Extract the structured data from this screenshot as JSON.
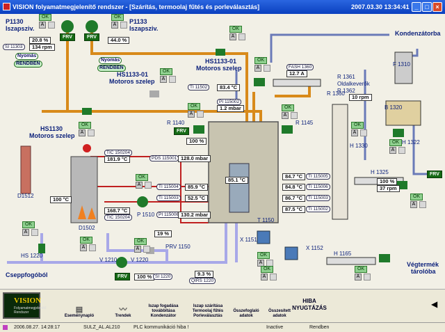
{
  "window": {
    "title": "VISION folyamatmegjelenítő rendszer - [Szárítás, termoolaj fűtés és porleválasztás]",
    "datetime": "2007.03.30 13:34:41"
  },
  "common": {
    "ok": "OK",
    "auto": "A",
    "frv": "FRV"
  },
  "labels": {
    "p1130": "P1130",
    "p1130_sub": "Iszapsziv.",
    "p1133": "P1133",
    "p1133_sub": "Iszapsziv.",
    "hs1133": "HS1133-01",
    "hs1133_sub": "Motoros szelep",
    "hs1133b": "HS1133-01",
    "hs1133b_sub": "Motoros szelep",
    "hs1130": "HS1130",
    "hs1130_sub": "Motoros szelep",
    "kond": "Kondenzátorba",
    "f1310": "F 1310",
    "b1320": "B 1320",
    "h1322": "H 1322",
    "r1360": "R 1360",
    "r1361": "R 1361",
    "oldal": "Oldalkeverők",
    "r1362": "R 1362",
    "h1330": "H 1330",
    "h1325": "H 1325",
    "r1140": "R 1140",
    "r1145": "R 1145",
    "d1512": "D1512",
    "d1502": "D1502",
    "p1510": "P 1510",
    "hs1220": "HS 1220",
    "v1210": "V 1210",
    "v1220": "V 1220",
    "prv1150": "PRV 1150",
    "x1151": "X 1151",
    "x1152": "X 1152",
    "h1165": "H 1165",
    "t1150": "T 1150",
    "cseppfogo": "Cseppfogóból",
    "vegtermek": "Végtermék",
    "vegtermek2": "tárolóba"
  },
  "states": {
    "nyomas1": "Nyomás",
    "rendben1": "RENDBEN",
    "nyomas2": "Nyomás",
    "rendben2": "RENDBEN"
  },
  "values": {
    "p1130_pct": "20.8 %",
    "p1130_rpm": "134 rpm",
    "p1133_pct": "44.0 %",
    "si11303": "SI 11303",
    "fash1360": "FASH 1360",
    "fash_val": "12.7 A",
    "ti1150": "TI 11502",
    "ti1150_val": "83.4 °C",
    "pi1160": "PI 115002",
    "pi1160_val": "1.2 mbar",
    "b1320_rpm": "10 rpm",
    "r1140_pct": "100 %",
    "tic1": "TIC 150204",
    "tic1_val": "181.9 °C",
    "pds": "PDS 115001",
    "pds_val": "128.0 mbar",
    "ti1": "TI 115004",
    "ti1_val": "85.9 °C",
    "ti2": "TI 115003",
    "ti2_val": "52.5 °C",
    "pi2": "PI 115006",
    "pi2_val": "130.2 mbar",
    "center_val": "85.1 °C",
    "tc100": "100 °C",
    "t168": "168.7 °C",
    "tic2": "TIC 150204",
    "prv_pct": "19 %",
    "r84_7": "84.7 °C",
    "r84_7t": "TI 115005",
    "r84_8": "84.8 °C",
    "r84_8t": "TI 115006",
    "r86_7": "86.7 °C",
    "r86_7t": "TI 115003",
    "r87_5": "87.5 °C",
    "r87_5t": "TI 115002",
    "h1325_pct": "100 %",
    "h1325_rpm": "37 rpm",
    "frv_pct": "100 %",
    "si1220": "SI 1220",
    "qirs_pct": "9.3 %",
    "qirs": "QIRS 1220"
  },
  "toolbar": {
    "logo": "VISION",
    "logo_sub": "Folyamatmegjelenítő Rendszer",
    "b1": "Eseménynapló",
    "b2": "Trendek",
    "b3": "Iszap fogadása továbbítása Kondenzátor",
    "b4": "Iszap szárítása Termoolaj fűtés Porleválasztás",
    "b5": "Összefoglaló adatok",
    "b6": "Összesített adatok",
    "hiba": "HIBA NYUGTÁZÁS"
  },
  "status": {
    "time": "2006.08.27. 14:28:17",
    "code": "SULZ_AL.AL210",
    "msg": "PLC kommunikáció hiba !",
    "state": "Inactive",
    "ok": "Rendben"
  },
  "colors": {
    "oil": "#d88a1a",
    "water": "#a8a8e8",
    "gas": "#4a6aa8",
    "green": "#1f7a2a"
  }
}
